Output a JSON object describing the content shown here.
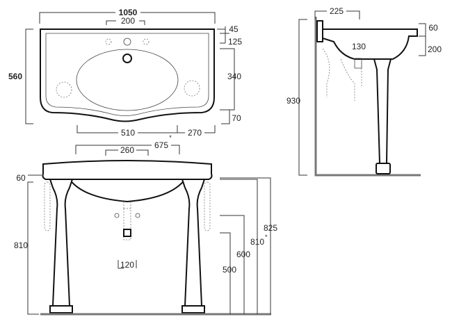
{
  "top_view": {
    "width_total": "1050",
    "tap_spacing": "200",
    "depth_total": "560",
    "rim_back": "45",
    "tap_offset": "125",
    "bowl_depth": "340",
    "front_lip": "70",
    "bowl_center": "510",
    "side_to_center": "270",
    "asterisk": "*"
  },
  "front_view": {
    "leg_span": "675",
    "inner_span": "260",
    "top_thickness": "60",
    "height_left": "810",
    "waste_spacing": "120",
    "height_500": "500",
    "height_600": "600",
    "height_810": "810",
    "height_825": "825",
    "asterisk": "*"
  },
  "side_view": {
    "projection": "225",
    "height_total": "930",
    "rim_height": "60",
    "bowl_height": "200",
    "waste_offset": "130"
  }
}
